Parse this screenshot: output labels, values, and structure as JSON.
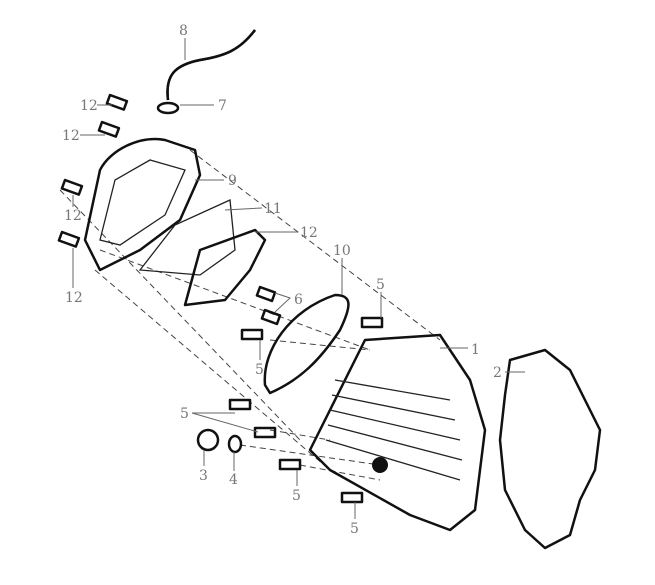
{
  "diagram": {
    "type": "exploded-parts-diagram",
    "callouts": [
      {
        "id": "c8",
        "label": "8"
      },
      {
        "id": "c12a",
        "label": "12"
      },
      {
        "id": "c7",
        "label": "7"
      },
      {
        "id": "c12b",
        "label": "12"
      },
      {
        "id": "c9",
        "label": "9"
      },
      {
        "id": "c12c",
        "label": "12"
      },
      {
        "id": "c11",
        "label": "11"
      },
      {
        "id": "c12d",
        "label": "12"
      },
      {
        "id": "c12e",
        "label": "12"
      },
      {
        "id": "c10",
        "label": "10"
      },
      {
        "id": "c5a",
        "label": "5"
      },
      {
        "id": "c6",
        "label": "6"
      },
      {
        "id": "c5b",
        "label": "5"
      },
      {
        "id": "c1",
        "label": "1"
      },
      {
        "id": "c2",
        "label": "2"
      },
      {
        "id": "c5c",
        "label": "5"
      },
      {
        "id": "c3",
        "label": "3"
      },
      {
        "id": "c4",
        "label": "4"
      },
      {
        "id": "c5d",
        "label": "5"
      },
      {
        "id": "c5e",
        "label": "5"
      }
    ]
  }
}
